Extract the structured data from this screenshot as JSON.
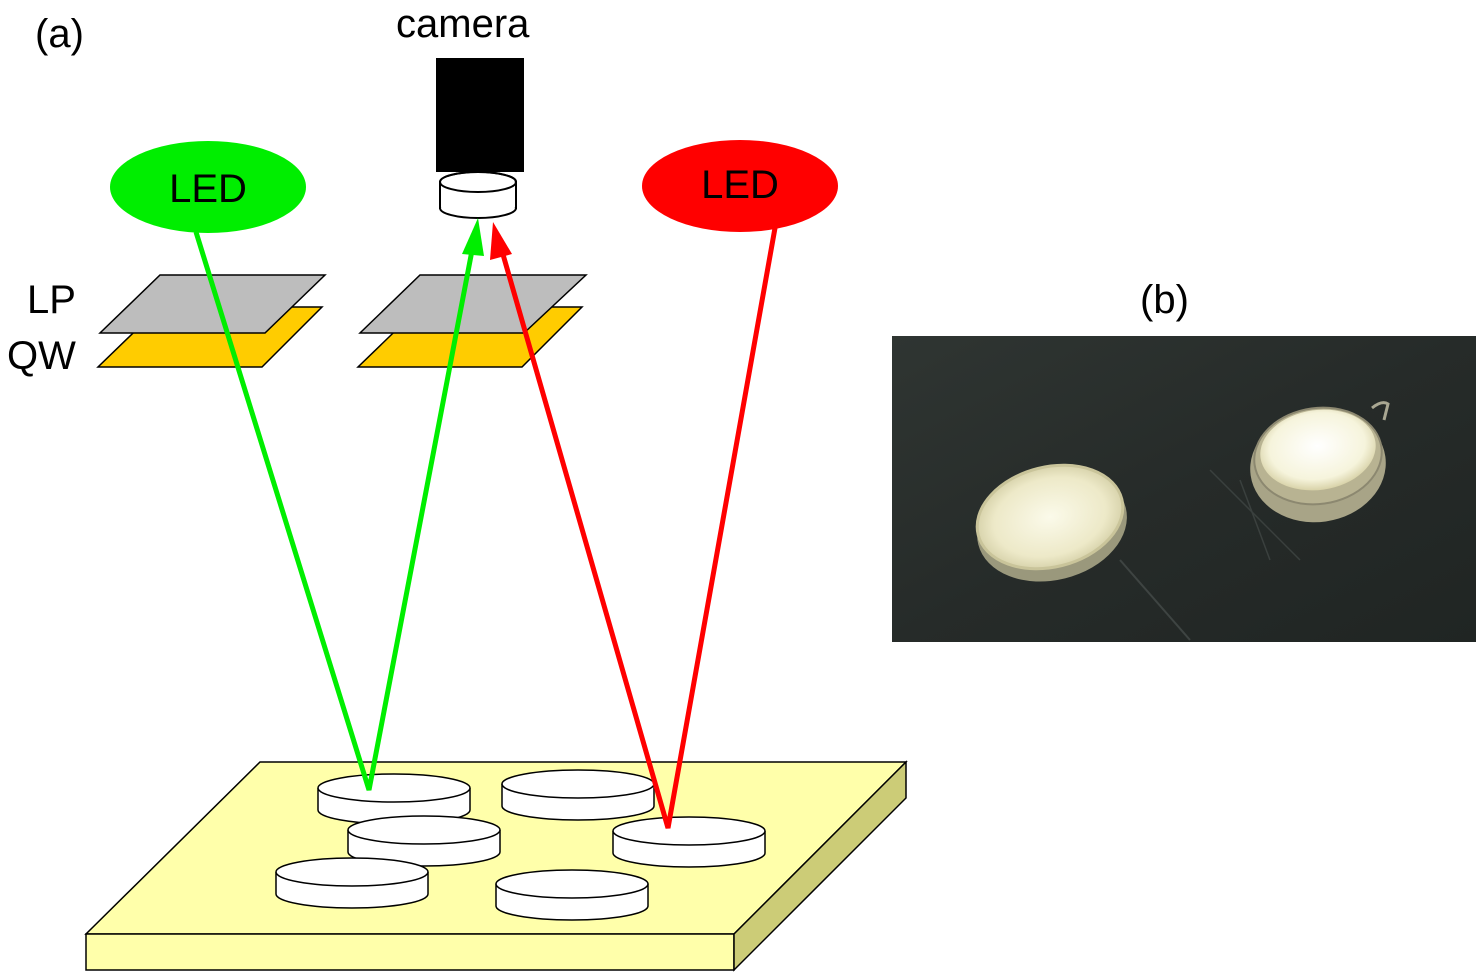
{
  "panel_a": {
    "label": "(a)",
    "camera_label": "camera",
    "led_left": {
      "label": "LED",
      "color": "#00ee00"
    },
    "led_right": {
      "label": "LED",
      "color": "#ff0000"
    },
    "filters": {
      "lp_label": "LP",
      "qw_label": "QW",
      "lp_color": "#bdbdbd",
      "qw_color": "#ffcc00"
    },
    "stage_color": "#ffffaa",
    "beam_colors": {
      "green": "#00ee00",
      "red": "#ff0000"
    }
  },
  "panel_b": {
    "label": "(b)",
    "photo_caption_icon": "photo-two-discs"
  }
}
